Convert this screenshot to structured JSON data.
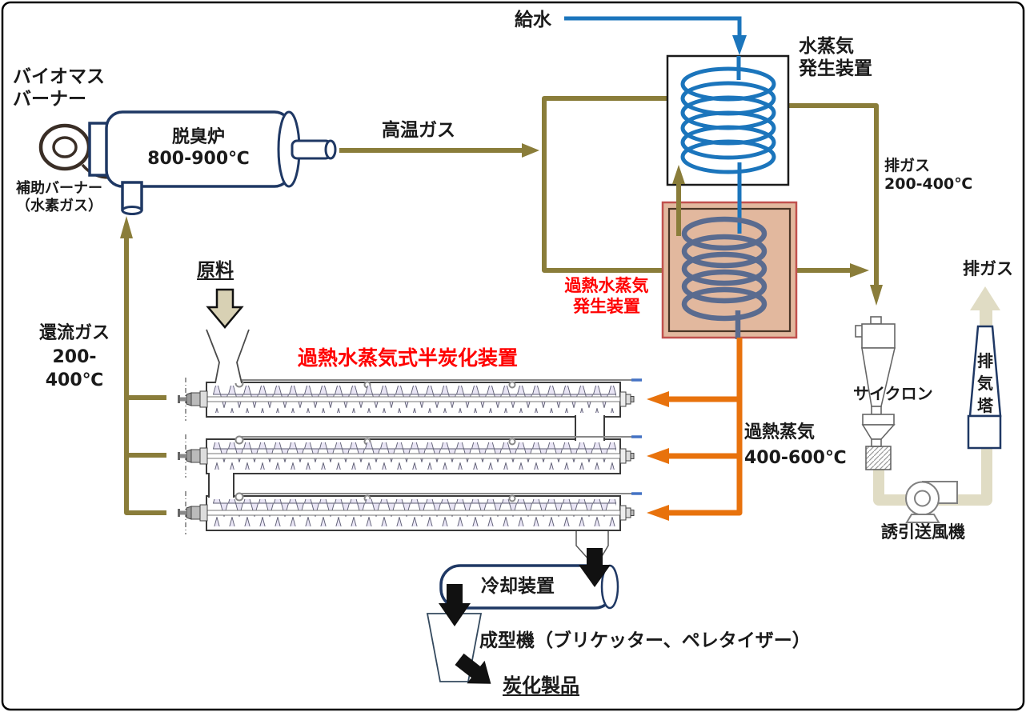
{
  "labels": {
    "biomass_burner": "バイオマス\nバーナー",
    "furnace": "脱臭炉\n800-900℃",
    "aux_burner": "補助バーナー\n（水素ガス）",
    "feed_water": "給水",
    "steam_generator": "水蒸気\n発生装置",
    "hot_gas": "高温ガス",
    "exhaust_gas_right": "排ガス\n200-400℃",
    "superheated_steam_generator": "過熱水蒸気\n発生装置",
    "reflux_gas": "還流ガス\n200-400℃",
    "raw_material": "原料",
    "carbonizer_title": "過熱水蒸気式半炭化装置",
    "superheated_steam": "過熱蒸気\n400-600℃",
    "cyclone": "サイクロン",
    "exhaust_tower": "排\n気\n塔",
    "exhaust_gas_top": "排ガス",
    "induced_fan": "誘引送風機",
    "cooling_device": "冷却装置",
    "molding_machine": "成型機（ブリケッター、ペレタイザー）",
    "carbonized_product": "炭化製品"
  },
  "colors": {
    "gas_line_olive": "#8A7D3A",
    "superheated_steam_orange": "#E8720C",
    "water_blue": "#1B75BC",
    "coil_slate": "#5A6B8F",
    "exhaust_pipe_beige": "#E0DCC4",
    "equipment_navy": "#1F3864",
    "superheater_fill": "#E2B89E",
    "superheater_border": "#C0504D",
    "highlight_red": "#FF0000",
    "raw_material_arrow_tan": "#D8D1B4"
  }
}
